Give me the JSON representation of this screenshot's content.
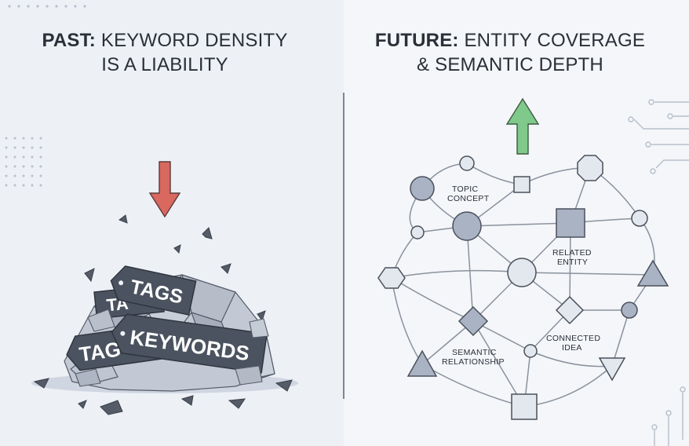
{
  "past": {
    "prefix": "PAST:",
    "line1": " KEYWORD DENSITY",
    "line2": "IS A LIABILITY",
    "tags": {
      "tag1": "TAGS",
      "tag2": "TA",
      "tag3": "TAG",
      "keywords": "KEYWORDS"
    }
  },
  "future": {
    "prefix": "FUTURE:",
    "line1": " ENTITY COVERAGE",
    "line2": "& SEMANTIC DEPTH",
    "labels": {
      "topic_1": "TOPIC",
      "topic_2": "CONCEPT",
      "related_1": "RELATED",
      "related_2": "ENTITY",
      "connected_1": "CONNECTED",
      "connected_2": "IDEA",
      "semantic_1": "SEMANTIC",
      "semantic_2": "RELATIONSHIP"
    }
  },
  "colors": {
    "down_arrow": "#d9685f",
    "up_arrow": "#7fc98a",
    "tag_fill": "#4b5360",
    "node_fill": "#a9b3c4",
    "node_light": "#e3e7ee",
    "edge": "#8a929e"
  }
}
